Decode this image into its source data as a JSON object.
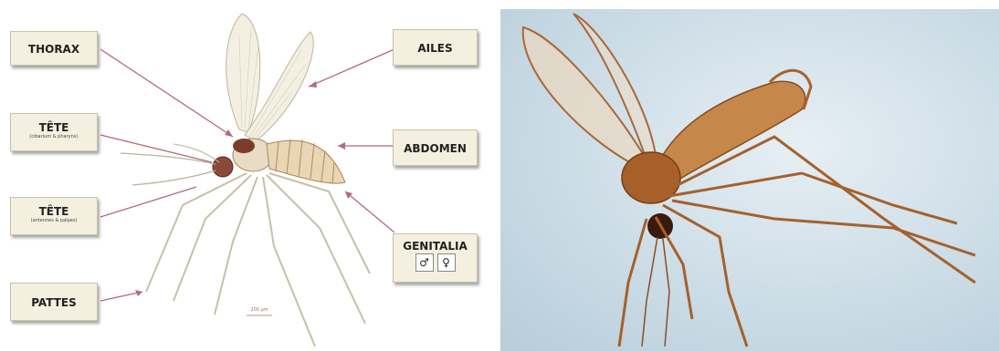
{
  "labels": {
    "thorax": "THORAX",
    "tete1": "TÊTE",
    "tete1_sub": "(cibarium & pharynx)",
    "tete2": "TÊTE",
    "tete2_sub": "(antennes & palpes)",
    "pattes": "PATTES",
    "ailes": "AILES",
    "abdomen": "ABDOMEN",
    "genitalia": "GENITALIA",
    "male_symbol": "♂",
    "female_symbol": "♀"
  },
  "scale_bar": "200 µm",
  "colors": {
    "label_bg": "#f4f0e0",
    "arrow": "#b56a7a",
    "photo_bg": "#cfe0ea",
    "insect_brown": "#9a5a2a"
  }
}
